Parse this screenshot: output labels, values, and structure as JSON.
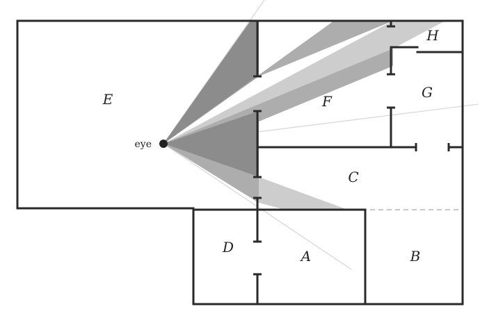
{
  "figure": {
    "rooms": [
      "E",
      "F",
      "H",
      "G",
      "C",
      "D",
      "A",
      "B"
    ],
    "eye_label": "eye"
  },
  "colors": {
    "wall": "#2a2a2a",
    "dark_cone": "#8c8c8c",
    "mid_cone": "#adadad",
    "light_cone": "#cdcdcd",
    "sight_line": "#d6d6d6",
    "dashed_line": "#c8c8c8"
  }
}
